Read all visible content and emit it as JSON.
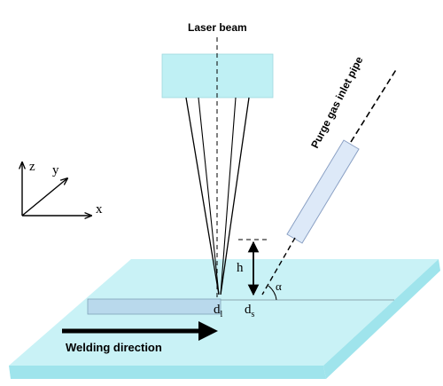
{
  "labels": {
    "laser_beam": "Laser beam",
    "purge_pipe": "Purge gas inlet pipe",
    "welding_direction": "Welding direction",
    "h": "h",
    "alpha": "α",
    "dl_main": "d",
    "dl_sub": "l",
    "ds_main": "d",
    "ds_sub": "s"
  },
  "axes": {
    "x": "x",
    "y": "y",
    "z": "z"
  },
  "colors": {
    "plate_top": "#c9f2f6",
    "plate_edge": "#9fe4ec",
    "laser_head": "#bff0f4",
    "pipe": "#dde9f8",
    "weld_bead": "#b9d9ec"
  }
}
